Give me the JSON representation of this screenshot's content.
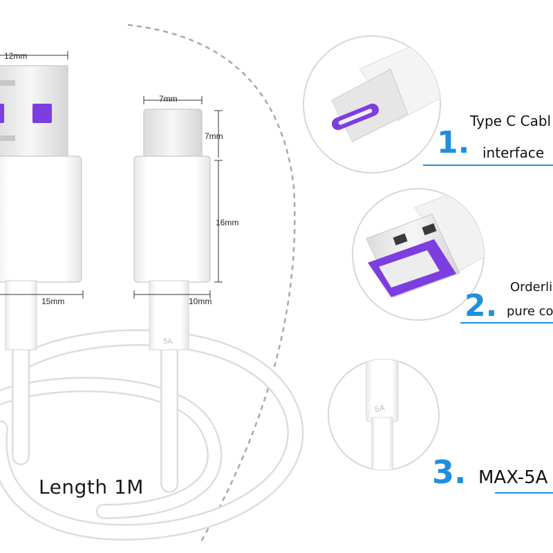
{
  "dimensions": {
    "usb_plug_width": "12mm",
    "usb_body_width": "15mm",
    "typec_plug_width": "7mm",
    "typec_plug_length": "7mm",
    "typec_body_length": "16mm",
    "typec_body_width": "10mm"
  },
  "length_label": "Length  1M",
  "cable_marking": "5A",
  "features": [
    {
      "number": "1.",
      "lines": [
        "Type C Cabl",
        "interface"
      ]
    },
    {
      "number": "2.",
      "lines": [
        "Orderli",
        "pure co"
      ]
    },
    {
      "number": "3.",
      "lines": [
        "MAX-5A"
      ]
    }
  ],
  "colors": {
    "accent_blue": "#1e8fde",
    "port_purple": "#7d3ee0",
    "cable_white": "#ffffff",
    "outline_grey": "#d7d7d7"
  }
}
